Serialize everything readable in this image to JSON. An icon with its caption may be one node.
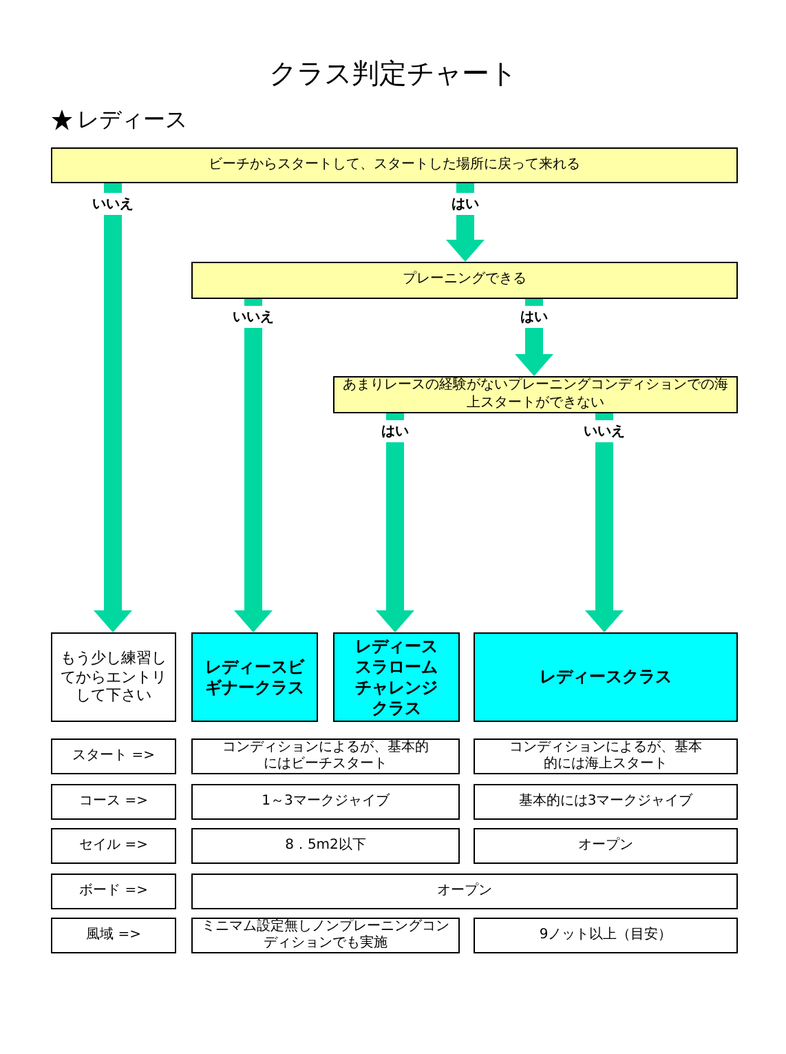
{
  "diagram": {
    "title": "クラス判定チャート",
    "nodes": [
      {
        "text": [
          "ビーチからスタートして、スタートした場所に戻って来れる"
        ]
      },
      {
        "text": [
          "プレーニングできる"
        ]
      },
      {
        "text": [
          "あまりレースの経験がないプレーニングコンディションでの海上スタートができない"
        ]
      },
      {
        "text": [
          "もう少し練習してからエントリして下さい"
        ]
      },
      {
        "text": [
          "レディースビギナークラス"
        ]
      },
      {
        "text": [
          "レディーススラロームチャレンジクラス"
        ]
      },
      {
        "text": [
          "レディースクラス"
        ]
      },
      {
        "text": [
          "スタート =>"
        ]
      },
      {
        "text": [
          "コンディションによるが、基本的にはビーチスタート"
        ]
      },
      {
        "text": [
          "コンディションによるが、基本的には海上スタート"
        ]
      },
      {
        "text": [
          "コース =>"
        ]
      },
      {
        "text": [
          "1～3マークジャイブ"
        ]
      },
      {
        "text": [
          "基本的には3マークジャイブ"
        ]
      },
      {
        "text": [
          "セイル =>"
        ]
      },
      {
        "text": [
          "8．5m2以下"
        ]
      },
      {
        "text": [
          "オープン"
        ]
      },
      {
        "text": [
          "ボード =>"
        ]
      },
      {
        "text": [
          "オープン"
        ]
      },
      {
        "text": [
          "風域 =>"
        ]
      },
      {
        "text": [
          "ミニマム設定無しノンプレーニングコンディションでも実施"
        ]
      },
      {
        "text": [
          "9ノット以上（目安）"
        ]
      }
    ],
    "edges": [
      {
        "from": 0,
        "to": 3,
        "arrow": "to",
        "label": "いいえ"
      },
      {
        "from": 0,
        "to": 1,
        "arrow": "to",
        "label": "はい"
      },
      {
        "from": 1,
        "to": 4,
        "arrow": "to",
        "label": "いいえ"
      },
      {
        "from": 1,
        "to": 2,
        "arrow": "to",
        "label": "はい"
      },
      {
        "from": 2,
        "to": 5,
        "arrow": "to",
        "label": "はい"
      },
      {
        "from": 2,
        "to": 6,
        "arrow": "to",
        "label": "いいえ"
      }
    ],
    "labels": [
      "レディース"
    ]
  }
}
